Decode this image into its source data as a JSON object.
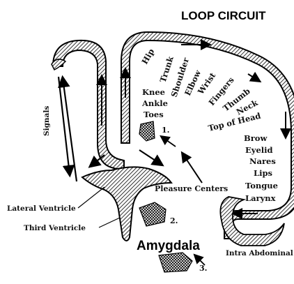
{
  "title": "LOOP CIRCUIT",
  "body_parts": [
    "Hip",
    "Trunk",
    "Shoulder",
    "Elbow",
    "Wrist",
    "Fingers",
    "Thumb",
    "Neck",
    "Top of Head",
    "Brow",
    "Eyelid",
    "Nares",
    "Lips",
    "Tongue",
    "Larynx"
  ],
  "inner_labels": [
    "Knee",
    "Ankle",
    "Toes"
  ],
  "signals_label": "Signals",
  "pleasure_centers_label": "Pleasure Centers",
  "lateral_ventricle_label": "Lateral Ventricle",
  "third_ventricle_label": "Third Ventricle",
  "amygdala_label": "Amygdala",
  "intra_abdominal_label": "Intra Abdominal",
  "markers": [
    "1.",
    "2.",
    "3."
  ],
  "colors": {
    "ink": "#000000",
    "background": "#ffffff"
  }
}
